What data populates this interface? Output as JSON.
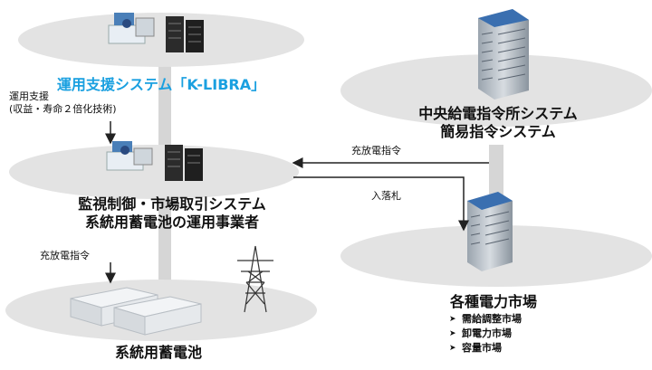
{
  "nodes": {
    "kl": {
      "title": "運用支援システム「K-LIBRA」"
    },
    "central": {
      "line1": "中央給電指令所システム",
      "line2": "簡易指令システム"
    },
    "monitor": {
      "line1": "監視制御・市場取引システム",
      "line2": "系統用蓄電池の運用事業者"
    },
    "markets": {
      "title": "各種電力市場",
      "items": [
        "需給調整市場",
        "卸電力市場",
        "容量市場"
      ]
    },
    "battery": {
      "title": "系統用蓄電池"
    }
  },
  "edges": {
    "support": {
      "line1": "運用支援",
      "line2": "(収益・寿命２倍化技術)"
    },
    "dispatch_top": "充放電指令",
    "bid": "入落札",
    "dispatch_bottom": "充放電指令"
  },
  "colors": {
    "platform": "#e3e3e3",
    "connector": "#d8d8d8",
    "arrow": "#222222",
    "k_libra": "#1aa0e0",
    "building_blue": "#3a6fb0"
  }
}
